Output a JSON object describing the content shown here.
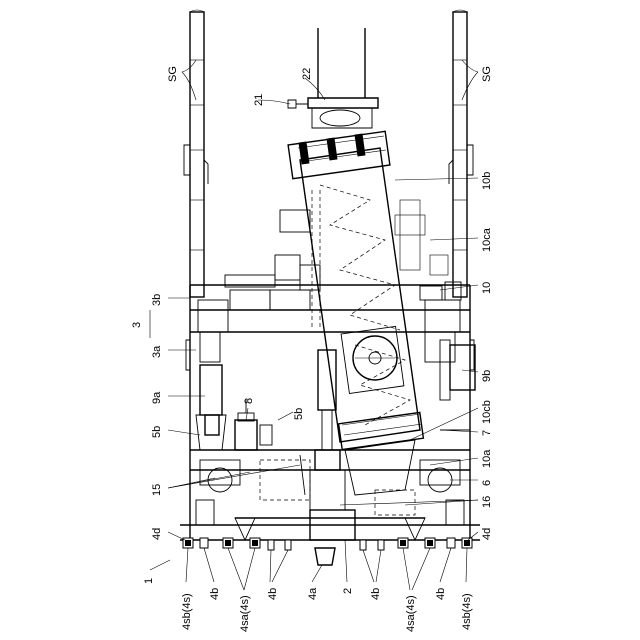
{
  "figure": {
    "labels": {
      "sg_left": "SG",
      "sg_right": "SG",
      "l21": "21",
      "l22": "22",
      "l10b": "10b",
      "l10ca": "10ca",
      "l10": "10",
      "l3": "3",
      "l3b": "3b",
      "l3a": "3a",
      "l9a": "9a",
      "l9b": "9b",
      "l8": "8",
      "l5b_mid": "5b",
      "l5b_left": "5b",
      "l10cb": "10cb",
      "l7": "7",
      "l10a": "10a",
      "l6": "6",
      "l15": "15",
      "l16": "16",
      "l4d_left": "4d",
      "l4d_right": "4d",
      "l1": "1",
      "l4sb_left": "4sb(4s)",
      "l4b_1": "4b",
      "l4sa_left": "4sa(4s)",
      "l4b_2": "4b",
      "l4a": "4a",
      "l2": "2",
      "l4b_3": "4b",
      "l4sa_right": "4sa(4s)",
      "l4b_4": "4b",
      "l4sb_right": "4sb(4s)"
    }
  }
}
